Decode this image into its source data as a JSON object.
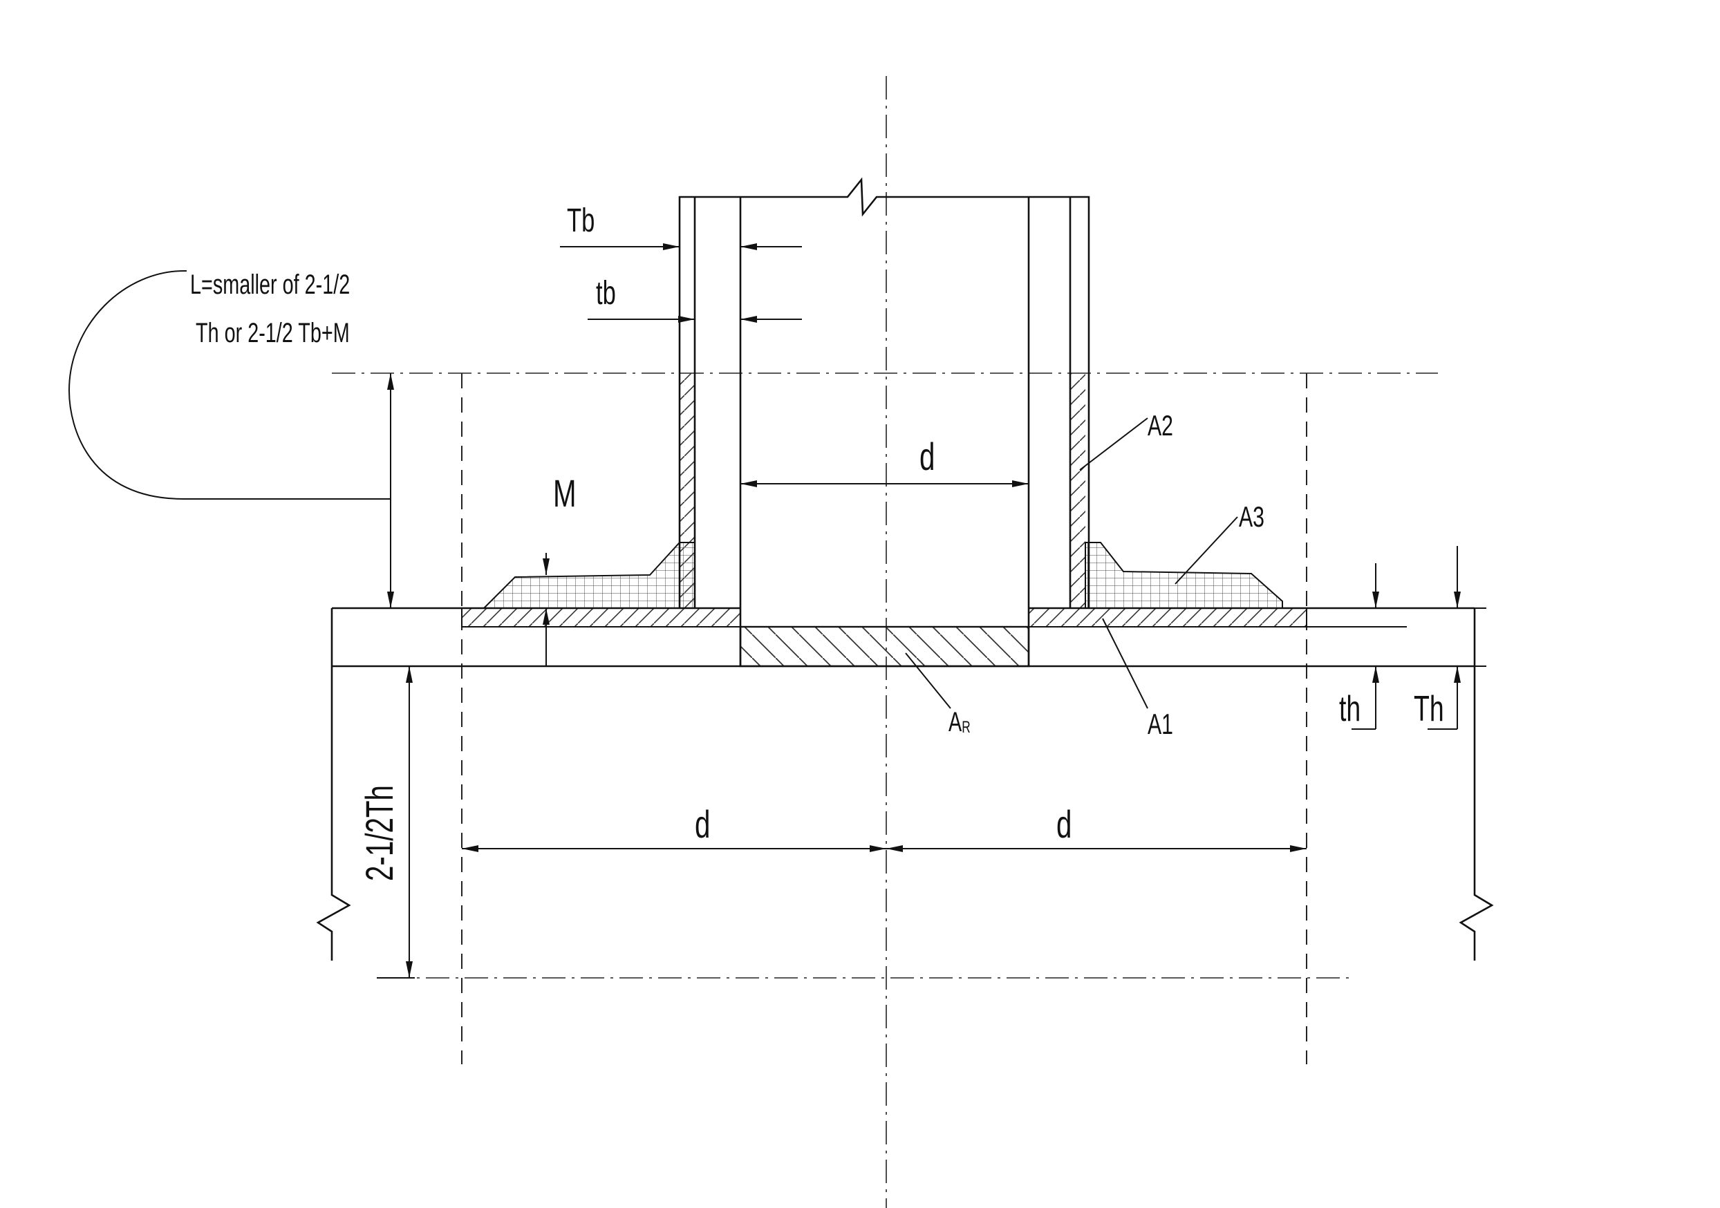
{
  "labels": {
    "Tb": "Tb",
    "tb": "tb",
    "L_line1": "L=smaller of 2-1/2",
    "L_line2": "Th or 2-1/2 Tb+M",
    "d_top": "d",
    "d_left": "d",
    "d_right": "d",
    "A2": "A2",
    "A3": "A3",
    "A1": "A1",
    "AR_main": "A",
    "AR_sub": "R",
    "M": "M",
    "th": "th",
    "Th": "Th",
    "two_half_Th": "2-1/2Th"
  }
}
